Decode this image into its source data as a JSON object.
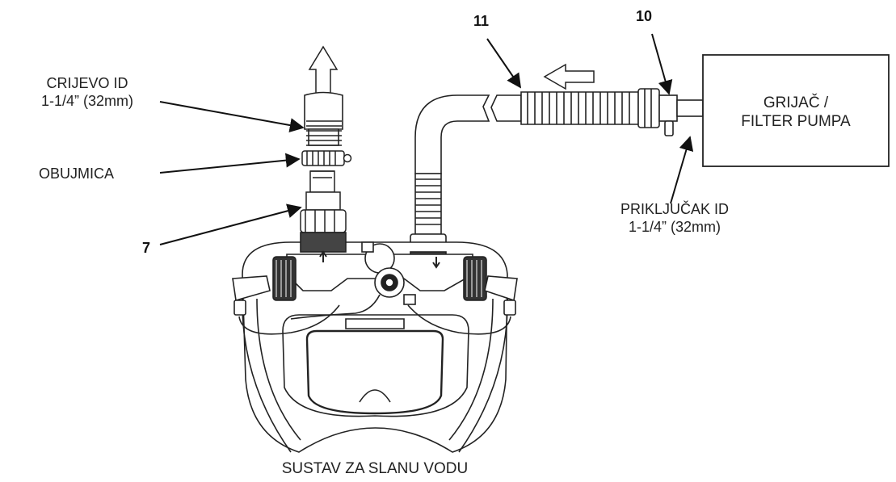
{
  "labels": {
    "hose_line1": "CRIJEVO ID",
    "hose_line2": "1-1/4” (32mm)",
    "clamp": "OBUJMICA",
    "part_7": "7",
    "part_11": "11",
    "part_10": "10",
    "heater_line1": "GRIJAČ /",
    "heater_line2": "FILTER PUMPA",
    "fitting_line1": "PRIKLJUČAK ID",
    "fitting_line2": "1-1/4” (32mm)",
    "caption": "SUSTAV ZA SLANU VODU"
  }
}
